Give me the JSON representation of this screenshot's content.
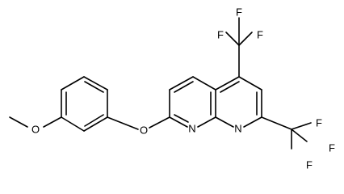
{
  "structure": {
    "atom_labels": {
      "cf3_top": {
        "F1": "F",
        "F2": "F",
        "F3": "F"
      },
      "cf3_right": {
        "F1": "F",
        "F2": "F",
        "F3": "F"
      },
      "ring_n_left": "N",
      "ring_n_right": "N",
      "ether_o": "O",
      "methoxy_o": "O"
    },
    "colors": {
      "bond": "#000000",
      "text": "#000000",
      "background": "#ffffff"
    }
  }
}
